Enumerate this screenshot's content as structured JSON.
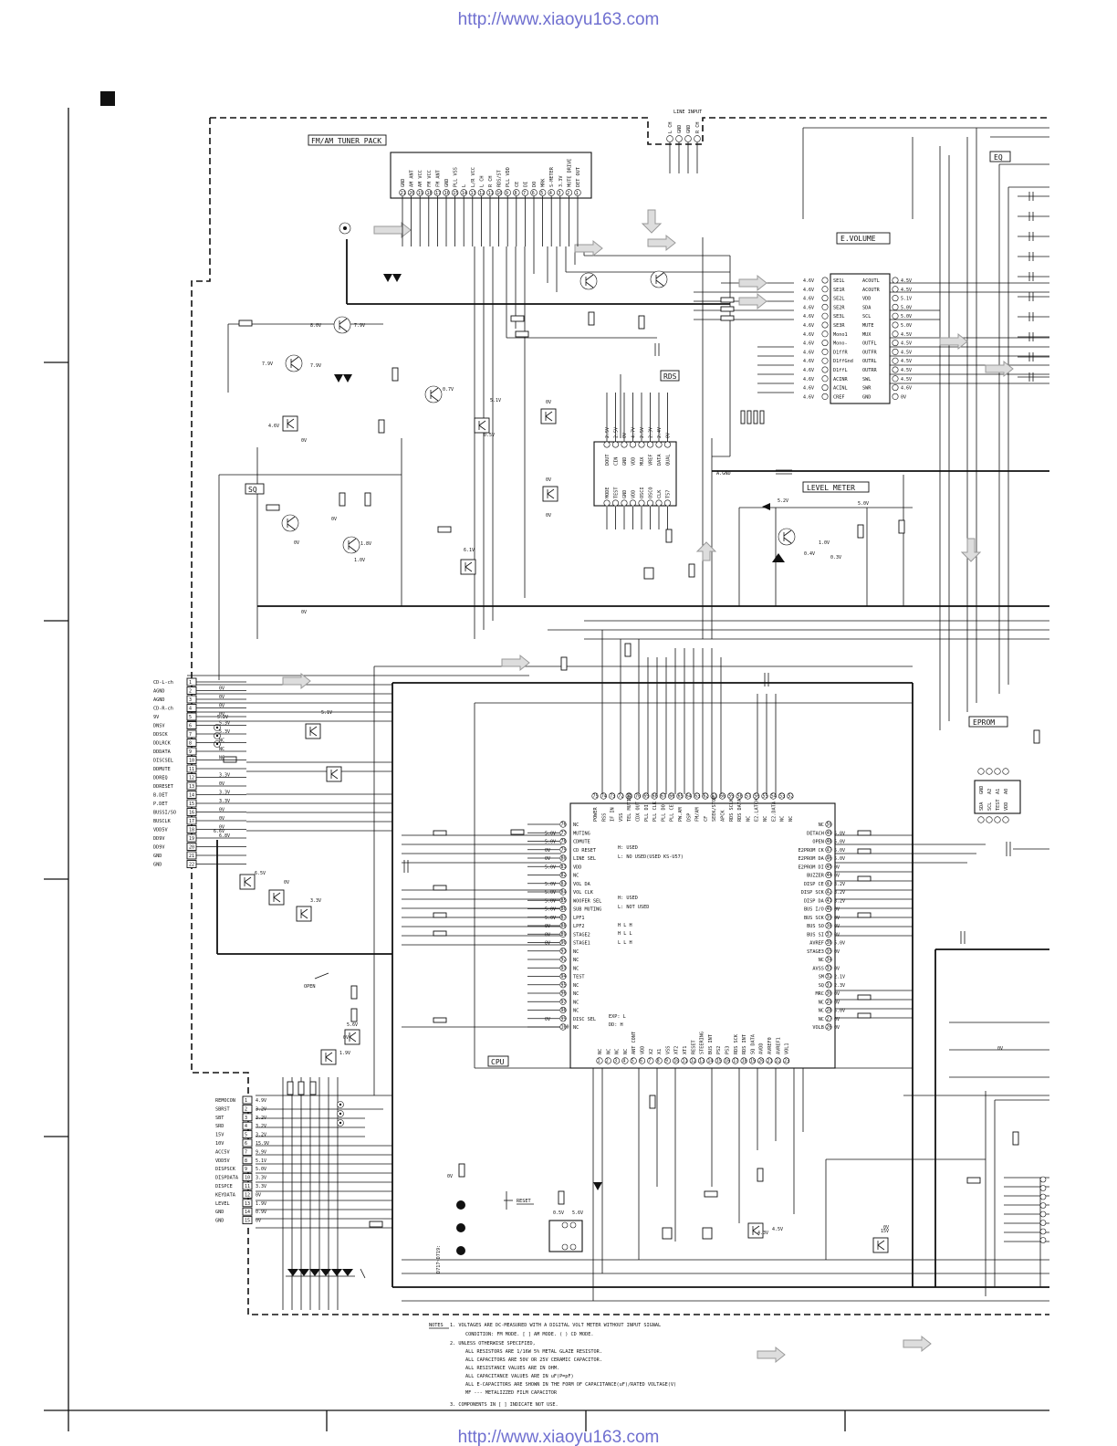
{
  "header_url": "http://www.xiaoyu163.com",
  "footer_url": "http://www.xiaoyu163.com",
  "blocks": {
    "tuner": "FM/AM TUNER PACK",
    "line_input": "LINE INPUT",
    "eq": "EQ",
    "e_volume": "E.VOLUME",
    "rds": "RDS",
    "sq": "SQ",
    "level_meter": "LEVEL METER",
    "eprom": "EPROM",
    "cpu": "CPU",
    "reset": "RESET",
    "open": "OPEN",
    "a_gnd": "A.GND"
  },
  "tuner_pins": [
    "GND",
    "AM ANT",
    "AM VCC",
    "FM VCC",
    "FM ANT",
    "GND",
    "PLL VSS",
    "L",
    "L/R VCC",
    "L CH",
    "R CH",
    "RDS/ST",
    "PLL VDD",
    "CE",
    "DI",
    "DO",
    "MRK",
    "S-METER",
    "3.3V",
    "MUTE DRIVE",
    "DET OUT"
  ],
  "line_input_pins": [
    "L CH",
    "GND",
    "GND",
    "R CH"
  ],
  "evol_left": [
    "SE1L",
    "SE1R",
    "SE2L",
    "SE2R",
    "SE3L",
    "SE3R",
    "Mono1",
    "Mono-",
    "D1ffR",
    "D1ffGnd",
    "D1ffL",
    "ACINR",
    "ACINL",
    "CREF"
  ],
  "evol_right": [
    "ACOUTL",
    "ACOUTR",
    "VDD",
    "SDA",
    "SCL",
    "MUTE",
    "MUX",
    "OUTFL",
    "OUTFR",
    "OUTRL",
    "OUTRR",
    "SWL",
    "SWR",
    "GND"
  ],
  "evol_left_v": [
    "4.6V",
    "4.6V",
    "4.6V",
    "4.6V",
    "4.6V",
    "4.6V",
    "4.6V",
    "4.6V",
    "4.6V",
    "4.6V",
    "4.6V",
    "4.6V",
    "4.6V",
    "4.6V"
  ],
  "evol_right_v": [
    "4.5V",
    "4.5V",
    "5.1V",
    "5.0V",
    "5.0V",
    "5.0V",
    "4.5V",
    "4.5V",
    "4.5V",
    "4.5V",
    "4.5V",
    "4.5V",
    "4.6V",
    "0V"
  ],
  "rds_top": [
    "DOUT",
    "CIN",
    "GND",
    "VDD",
    "MUX",
    "VREF",
    "DATA",
    "QUAL"
  ],
  "rds_bottom": [
    "MODE",
    "TEST",
    "GND",
    "VDD",
    "OSCI",
    "OSCO",
    "CLK",
    "T57"
  ],
  "rds_top_v": [
    "2.5V",
    "2.5V",
    "0V",
    "4.7V",
    "2.5V",
    "2.3V",
    "2.4V",
    "0V"
  ],
  "cd_connector": [
    "CD-L-ch",
    "AGND",
    "AGND",
    "CD-R-ch",
    "9V",
    "DNSV",
    "DDSCK",
    "DDLRCK",
    "DDDATA",
    "DISCSEL",
    "DDMUTE",
    "DDREQ",
    "DDRESET",
    "B.DET",
    "P.DET",
    "BUSSI/SO",
    "BUSCLK",
    "VDD5V",
    "DD9V",
    "DD9V",
    "GND",
    "GND"
  ],
  "cd_connector_v": [
    "",
    "0V",
    "0V",
    "0V",
    "0V",
    "5.3V",
    "5.3V",
    "NC",
    "NC",
    "NC",
    "",
    "3.3V",
    "0V",
    "3.3V",
    "3.3V",
    "0V",
    "0V",
    "0V",
    "6.8V",
    "",
    "",
    ""
  ],
  "front_connector": [
    "REMOCON",
    "SBRST",
    "SBT",
    "SRD",
    "15V",
    "10V",
    "ACC5V",
    "VDD5V",
    "DISPSCK",
    "DISPDATA",
    "DISPCE",
    "KEYDATA",
    "LEVEL",
    "GND",
    "GND"
  ],
  "front_connector_v": [
    "4.9V",
    "3.2V",
    "3.2V",
    "3.2V",
    "3.2V",
    "15.9V",
    "9.9V",
    "5.1V",
    "5.0V",
    "3.3V",
    "3.3V",
    "0V",
    "1.9V",
    "0.9V",
    "0V"
  ],
  "cpu_left": [
    "NC",
    "MUTING",
    "CDMUTE",
    "CD RESET",
    "LINE SEL",
    "VDD",
    "NC",
    "VOL DA",
    "VOL CLK",
    "WOOFER SEL",
    "SUB MUTING",
    "LPF1",
    "LPF2",
    "STAGE2",
    "STAGE1",
    "NC",
    "NC",
    "NC",
    "TEST",
    "NC",
    "NC",
    "NC",
    "NC",
    "DISC SEL",
    "NC"
  ],
  "cpu_left_v": [
    "",
    "5.0V",
    "5.0V",
    "0V",
    "0V",
    "5.0V",
    "",
    "5.0V",
    "5.0V",
    "5.0V",
    "5.0V",
    "5.0V",
    "0V",
    "0V",
    "0V",
    "",
    "",
    "",
    "",
    "",
    "",
    "",
    "",
    "0V",
    ""
  ],
  "cpu_right": [
    "NC",
    "DETACH",
    "OPEN",
    "E2PROM CK",
    "E2PROM DA",
    "E2PROM DI",
    "BUZZER",
    "DISP CE",
    "DISP SCK",
    "DISP DA",
    "BUS I/O",
    "BUS SCK",
    "BUS SO",
    "BUS SI",
    "AVREF",
    "STAGE3",
    "NC",
    "AVSS",
    "SM",
    "SQ",
    "MRC",
    "NC",
    "NC",
    "NC",
    "VOLB"
  ],
  "cpu_right_v": [
    "",
    "5.0V",
    "5.0V",
    "5.0V",
    "5.0V",
    "0V",
    "0V",
    "3.2V",
    "3.2V",
    "3.2V",
    "0V",
    "0V",
    "0V",
    "0V",
    "5.0V",
    "0V",
    "",
    "0V",
    "2.1V",
    "2.3V",
    "0V",
    "0V",
    "5.0V",
    "0V",
    "0V"
  ],
  "cpu_top": [
    "POWER",
    "RSS",
    "IF IN",
    "VSS",
    "TEL MUTING",
    "CDX OUT",
    "PLL DI",
    "PLL CLK",
    "PLL DO",
    "PLL CE",
    "PW.AM",
    "DSP",
    "FM/AM",
    "CF",
    "SEEK/STOP",
    "APCK",
    "RDS SCLK",
    "RDS DATA",
    "NC",
    "E2.LATCH",
    "NC",
    "E2.DATA",
    "NC",
    "NC"
  ],
  "cpu_bottom": [
    "NC",
    "NC",
    "NC",
    "NC",
    "ANT CONT",
    "VDD",
    "X2",
    "X1",
    "VSS",
    "XT2",
    "XT1",
    "RESET",
    "STEERING",
    "BUS INT",
    "PS2",
    "PS3",
    "RDS SCK",
    "RDS INT",
    "SQ DATA",
    "AVDD",
    "AVREF0",
    "AVREF1",
    "VOL1"
  ],
  "eprom_pins_top": [
    "GND",
    "A2",
    "A1",
    "A0"
  ],
  "eprom_pins_bottom": [
    "SDA",
    "SCL",
    "TEST",
    "VDD"
  ],
  "cpu_notes": [
    "H: USED",
    "L: NO USED(USED KS-U57)",
    "H: USED",
    "L: NOT USED",
    "H L H",
    "H L L",
    "L L H",
    "EXP: L",
    "DD: H"
  ],
  "diode_label": "D717~D719:",
  "notes": {
    "heading": "NOTES",
    "lines": [
      "1. VOLTAGES ARE DC-MEASURED WITH A DIGITAL VOLT METER WITHOUT INPUT SIGNAL",
      "CONDITION: FM MODE. [ ] AM MODE. ( ) CD MODE.",
      "2. UNLESS OTHERWISE SPECIFIED,",
      "ALL RESISTORS ARE 1/16W 5% METAL GLAZE RESISTOR.",
      "ALL CAPACITORS ARE 50V OR 25V CERAMIC CAPACITOR.",
      "ALL RESISTANCE VALUES ARE IN OHM.",
      "ALL CAPACITANCE VALUES ARE IN uF(P=pF)",
      "ALL E-CAPACITORS ARE SHOWN IN THE FORM OF CAPACITANCE(uF)/RATED VOLTAGE(V)",
      "MF --- METALIZZED FILM CAPACITOR",
      "3. COMPONENTS IN [ ] INDICATE NOT USE."
    ]
  },
  "misc_voltages": [
    "7.9V",
    "7.9V",
    "8.0V",
    "7.9V",
    "0V",
    "4.6V",
    "0.7V",
    "5.1V",
    "0.5V",
    "0V",
    "0V",
    "0V",
    "1.8V",
    "1.0V",
    "0V",
    "0V",
    "6.1V",
    "0V",
    "5.1V",
    "5.2V",
    "5.2V",
    "0.3V",
    "1.0V",
    "0.4V",
    "5.0V",
    "6.6V",
    "6.5V",
    "0V",
    "3.3V",
    "5.6V",
    "0V",
    "1.9V",
    "0V",
    "4.5V",
    "0.5V",
    "5.6V",
    "0V",
    "4.3V",
    "0V",
    "15V"
  ]
}
